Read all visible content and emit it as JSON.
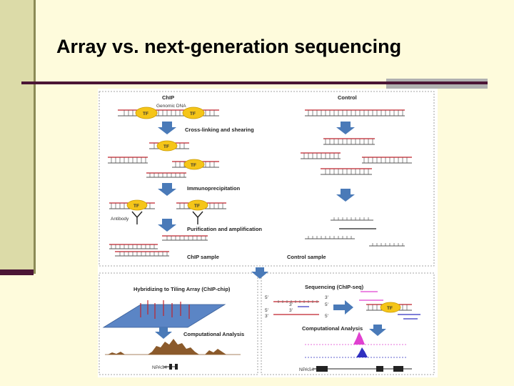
{
  "slide": {
    "title": "Array vs. next-generation sequencing"
  },
  "figure": {
    "chip_heading": "ChIP",
    "control_heading": "Control",
    "genomic_dna_label": "Genomic DNA",
    "tf_label": "TF",
    "step_crosslink": "Cross-linking and shearing",
    "step_immuno": "Immunoprecipitation",
    "antibody_label": "Antibody",
    "step_purify": "Purification and amplification",
    "chip_sample_label": "ChIP sample",
    "control_sample_label": "Control sample",
    "hybridize_heading": "Hybridizing to Tiling Array (ChIP-chip)",
    "sequencing_heading": "Sequencing (ChIP-seq)",
    "comp_analysis_left": "Computational Analysis",
    "comp_analysis_right": "Computational Analysis",
    "gene_left": "NPAS4",
    "gene_right": "NPAS4",
    "prime_5": "5'",
    "prime_3": "3'",
    "colors": {
      "tf_fill": "#f5c518",
      "dna_red": "#c0222a",
      "arrow_blue": "#4a7ab8",
      "array_blue": "#5b85c5",
      "peak_brown": "#8b5a2b",
      "peak_pink": "#e040d0",
      "peak_blue": "#3030c0"
    }
  }
}
